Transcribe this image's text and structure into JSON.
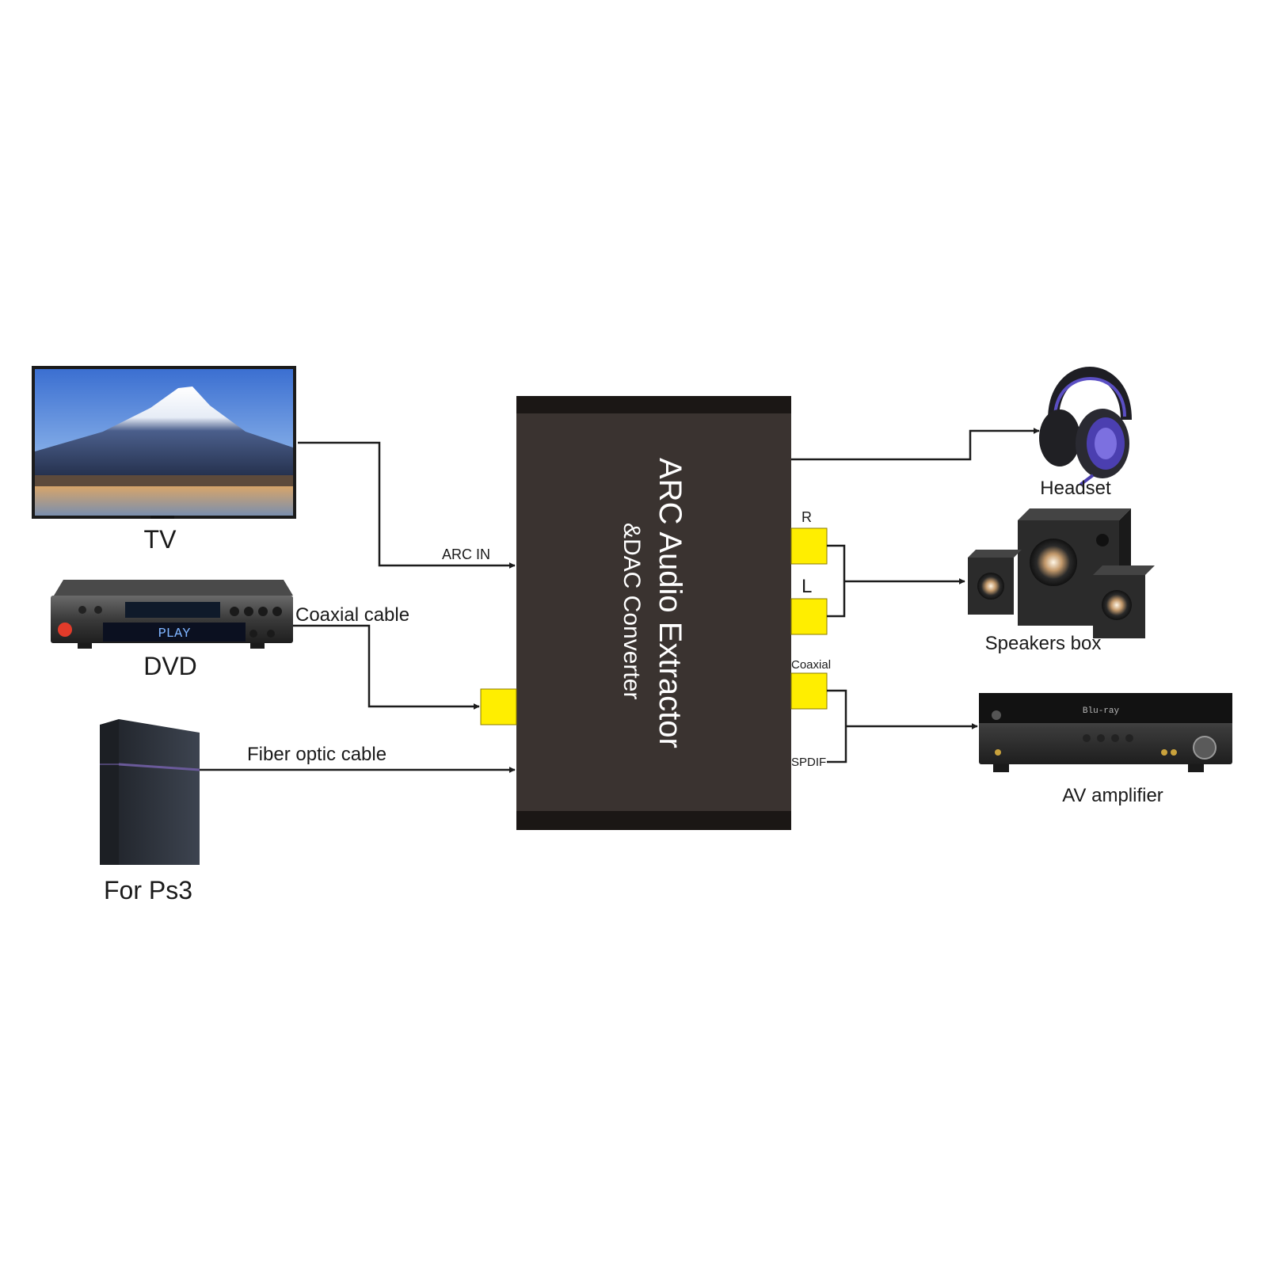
{
  "converter": {
    "title": "ARC Audio Extractor",
    "subtitle": "&DAC Converter",
    "body_color": "#3a3330",
    "band_color": "#1b1715",
    "port_color": "#ffee00"
  },
  "inputs": {
    "tv": {
      "label": "TV",
      "cable": "ARC IN"
    },
    "dvd": {
      "label": "DVD",
      "cable": "Coaxial cable",
      "screen_text": "PLAY"
    },
    "ps3": {
      "label": "For Ps3",
      "cable": "Fiber optic cable"
    }
  },
  "outputs": {
    "headset": {
      "label": "Headset"
    },
    "speakers": {
      "label": "Speakers box"
    },
    "amplifier": {
      "label": "AV amplifier",
      "display_text": "Blu-ray"
    }
  },
  "ports": {
    "r": "R",
    "l": "L",
    "coaxial": "Coaxial",
    "spdif": "SPDIF"
  }
}
